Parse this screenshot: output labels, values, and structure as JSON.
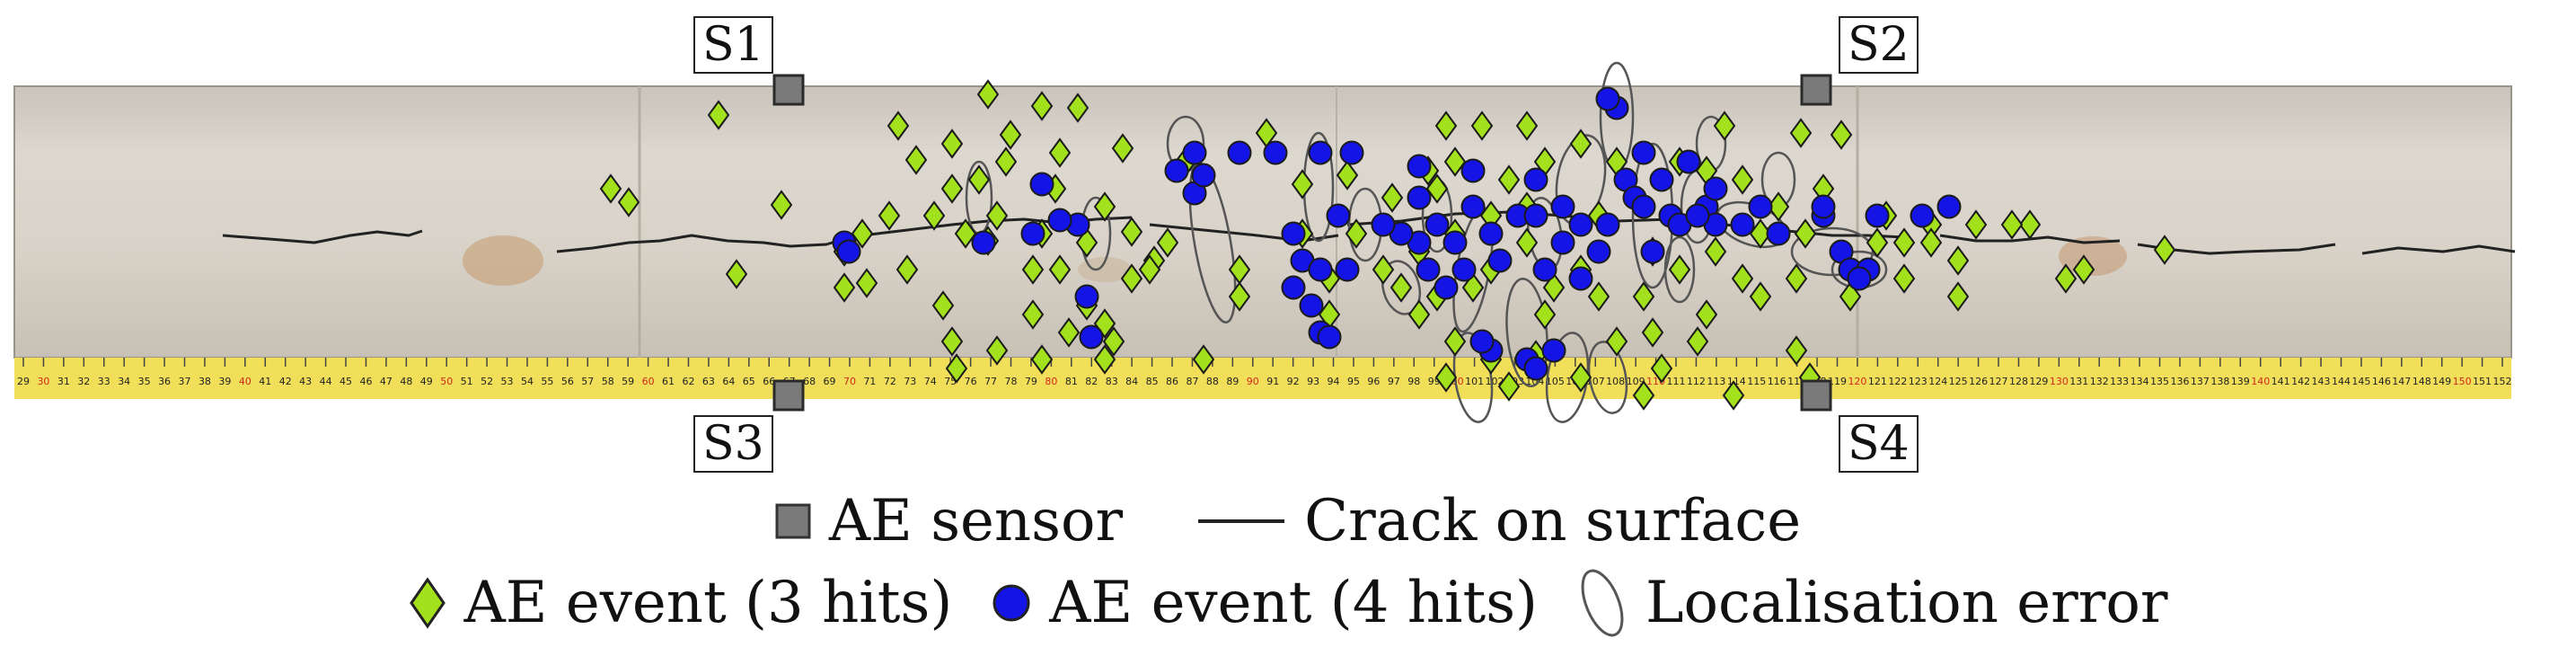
{
  "sensors": [
    {
      "id": "S1",
      "label": "S1"
    },
    {
      "id": "S2",
      "label": "S2"
    },
    {
      "id": "S3",
      "label": "S3"
    },
    {
      "id": "S4",
      "label": "S4"
    }
  ],
  "ruler": {
    "start": 29,
    "end": 152,
    "red_every": 10,
    "label_color": "#222222",
    "red_color": "#d2281e",
    "tape_color": "#f1df5a"
  },
  "legend": {
    "sensor": "AE sensor",
    "crack": "Crack on surface",
    "event3": "AE event (3 hits)",
    "event4": "AE event (4 hits)",
    "error": "Localisation error"
  },
  "colors": {
    "sensor": "#7a7a7a",
    "event3": "#a4e11d",
    "event4": "#1414e6",
    "error": "#555555",
    "crack": "#222222",
    "concrete": "#d4cfc6"
  }
}
